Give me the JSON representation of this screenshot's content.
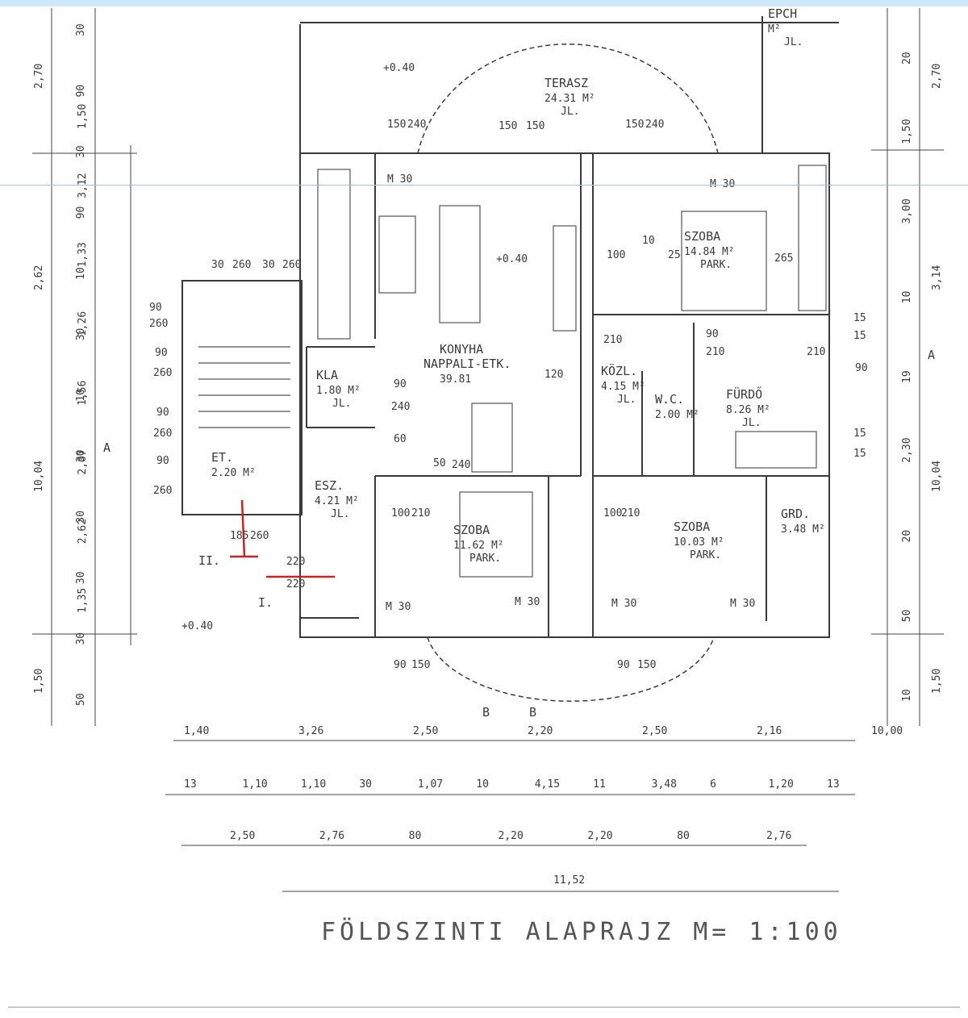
{
  "title": "FÖLDSZINTI  ALAPRAJZ  M= 1:100",
  "rooms": [
    {
      "id": "terasz",
      "name": "TERASZ",
      "area": "24.31 M²",
      "floor": "JL."
    },
    {
      "id": "konyha",
      "name": "KONYHA",
      "sub": "NAPPALI-ETK.",
      "area": "39.81",
      "floor": ""
    },
    {
      "id": "szoba1",
      "name": "SZOBA",
      "area": "14.84 M²",
      "floor": "PARK."
    },
    {
      "id": "kozl",
      "name": "KÖZL.",
      "area": "4.15 M²",
      "floor": "JL."
    },
    {
      "id": "furdo",
      "name": "FÜRDŐ",
      "area": "8.26 M²",
      "floor": "JL."
    },
    {
      "id": "wc",
      "name": "W.C.",
      "area": "2.00 M²",
      "floor": ""
    },
    {
      "id": "kla",
      "name": "KLA",
      "area": "1.80 M²",
      "floor": "JL."
    },
    {
      "id": "et",
      "name": "ET.",
      "area": "2.20 M²",
      "floor": ""
    },
    {
      "id": "esz",
      "name": "ESZ.",
      "area": "4.21 M²",
      "floor": "JL."
    },
    {
      "id": "szoba2",
      "name": "SZOBA",
      "area": "11.62 M²",
      "floor": "PARK."
    },
    {
      "id": "szoba3",
      "name": "SZOBA",
      "area": "10.03 M²",
      "floor": "PARK."
    },
    {
      "id": "grd",
      "name": "GRD.",
      "area": "3.48 M²",
      "floor": ""
    },
    {
      "id": "epch",
      "name": "EPCH",
      "area": "M²",
      "floor": "JL."
    }
  ],
  "levels": [
    "+0.40",
    "+0.40",
    "+0.40"
  ],
  "section_marks": [
    "A",
    "A",
    "B",
    "B",
    "I.",
    "II."
  ],
  "dims_left_outer": [
    "2,70",
    "2,62",
    "10,04",
    "1,50"
  ],
  "dims_left_inner": [
    "1,50",
    "3,12",
    "1,33",
    "1,26",
    "1,56",
    "2,07",
    "2,62",
    "1,35"
  ],
  "dims_left_small": [
    "30",
    "90",
    "30",
    "90",
    "10",
    "30",
    "10",
    "30",
    "30",
    "30",
    "30",
    "50"
  ],
  "dims_right_outer": [
    "2,70",
    "3,14",
    "10,04",
    "1,50"
  ],
  "dims_right_inner": [
    "20",
    "1,50",
    "3,00",
    "10",
    "19",
    "2,30",
    "20",
    "50",
    "10"
  ],
  "dims_bottom_row1": [
    "1,40",
    "3,26",
    "2,50",
    "2,20",
    "2,50",
    "2,16",
    "10,00"
  ],
  "dims_bottom_row2": [
    "13",
    "1,10",
    "1,10",
    "30",
    "1,07",
    "10",
    "4,15",
    "11",
    "3,48",
    "6",
    "1,20",
    "13"
  ],
  "dims_bottom_row3": [
    "2,50",
    "2,76",
    "80",
    "2,20",
    "2,20",
    "80",
    "2,76"
  ],
  "dims_bottom_total": "11,52",
  "openings": [
    "M 30",
    "M 30",
    "M 30",
    "M 30",
    "M 30",
    "M 30",
    "60",
    "240",
    "90",
    "240",
    "90",
    "210",
    "100",
    "210",
    "100",
    "210",
    "150",
    "240",
    "150",
    "240",
    "120",
    "150",
    "90",
    "150",
    "90",
    "150",
    "30",
    "260",
    "30",
    "260",
    "90",
    "260",
    "90",
    "260",
    "90",
    "260",
    "90",
    "260",
    "15",
    "15",
    "15",
    "15",
    "90",
    "210",
    "50",
    "100",
    "210",
    "150",
    "25",
    "265",
    "10",
    "220",
    "220",
    "185",
    "260"
  ]
}
